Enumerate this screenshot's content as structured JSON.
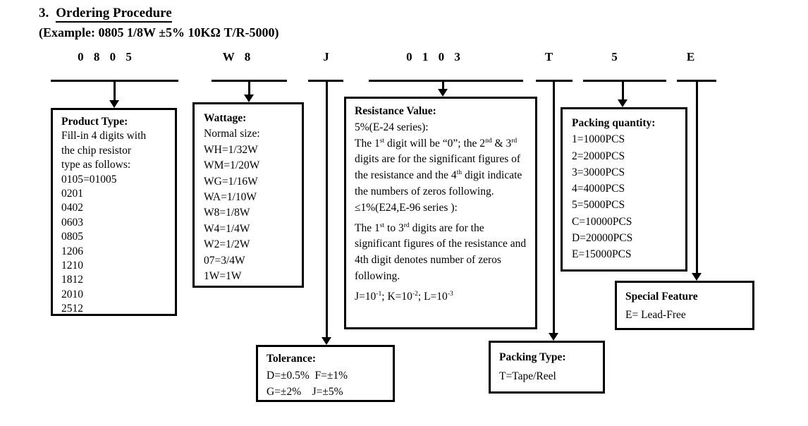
{
  "colors": {
    "text": "#000000",
    "background": "#ffffff",
    "line": "#000000"
  },
  "header": {
    "number": "3.",
    "title": "Ordering Procedure",
    "example": "(Example: 0805 1/8W ±5% 10KΩ T/R-5000)"
  },
  "code": {
    "segments": [
      {
        "label": "0 8 0 5"
      },
      {
        "label": "W 8"
      },
      {
        "label": "J"
      },
      {
        "label": "0 1 0 3"
      },
      {
        "label": "T"
      },
      {
        "label": "5"
      },
      {
        "label": "E"
      }
    ]
  },
  "boxes": {
    "product_type": {
      "heading": "Product Type:",
      "lines": [
        "Fill-in 4 digits with",
        "the chip resistor",
        "type as follows:",
        "0105=01005",
        "0201",
        "0402",
        "0603",
        "0805",
        "1206",
        "1210",
        "1812",
        "2010",
        "2512"
      ]
    },
    "wattage": {
      "heading": "Wattage:",
      "lines": [
        "Normal size:",
        "WH=1/32W",
        "WM=1/20W",
        "WG=1/16W",
        "WA=1/10W",
        "W8=1/8W",
        "W4=1/4W",
        "W2=1/2W",
        "07=3/4W",
        "1W=1W"
      ]
    },
    "resistance": {
      "heading": "Resistance Value:",
      "p1": "5%(E-24 series):",
      "p2": [
        {
          "t": "The 1"
        },
        {
          "sup": "st"
        },
        {
          "t": " digit will be “0”; the 2"
        },
        {
          "sup": "nd"
        },
        {
          "t": " & 3"
        },
        {
          "sup": "rd"
        },
        {
          "t": " digits are for the significant figures of the resistance and the 4"
        },
        {
          "sup": "th"
        },
        {
          "t": " digit indicate the numbers of zeros following."
        }
      ],
      "p3": "≤1%(E24,E-96 series ):",
      "p4": [
        {
          "t": "The 1"
        },
        {
          "sup": "st"
        },
        {
          "t": " to 3"
        },
        {
          "sup": "rd"
        },
        {
          "t": " digits are for the significant figures of the resistance and 4th digit denotes number of zeros following."
        }
      ],
      "p5": [
        {
          "t": "J=10"
        },
        {
          "sup": "-1"
        },
        {
          "t": "; K=10"
        },
        {
          "sup": "-2"
        },
        {
          "t": "; L=10"
        },
        {
          "sup": "-3"
        }
      ]
    },
    "packing_quantity": {
      "heading": "Packing quantity:",
      "lines": [
        "1=1000PCS",
        "2=2000PCS",
        "3=3000PCS",
        "4=4000PCS",
        "5=5000PCS",
        "C=10000PCS",
        "D=20000PCS",
        "E=15000PCS"
      ]
    },
    "special_feature": {
      "heading": "Special Feature",
      "lines": [
        "E= Lead-Free"
      ]
    },
    "tolerance": {
      "heading": "Tolerance:",
      "lines": [
        "D=±0.5%  F=±1%",
        "G=±2%    J=±5%"
      ]
    },
    "packing_type": {
      "heading": "Packing Type:",
      "lines": [
        "T=Tape/Reel"
      ]
    }
  }
}
